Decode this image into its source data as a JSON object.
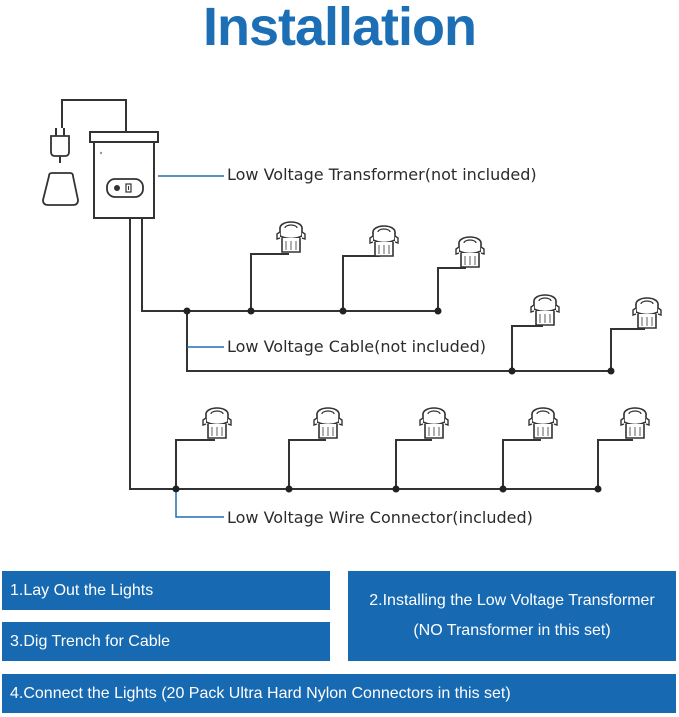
{
  "title": "Installation",
  "labels": {
    "transformer": "Low Voltage Transformer(not included)",
    "cable": "Low Voltage Cable(not included)",
    "connector": "Low Voltage Wire Connector(included)"
  },
  "steps": {
    "step1": "1.Lay Out the Lights",
    "step2_line1": "2.Installing the Low Voltage Transformer",
    "step2_line2": "(NO Transformer in this set)",
    "step3": "3.Dig Trench for Cable",
    "step4": "4.Connect the Lights (20 Pack Ultra Hard Nylon Connectors in this set)"
  },
  "colors": {
    "title": "#1c6fb5",
    "step_box": "#1769b1",
    "step_text": "#ffffff",
    "wire": "#333333",
    "callout_line": "#1c6fb5"
  },
  "icons": [
    "plug-icon",
    "outlet-icon",
    "transformer-box-icon",
    "light-fixture-icon",
    "wire-junction-dot"
  ]
}
